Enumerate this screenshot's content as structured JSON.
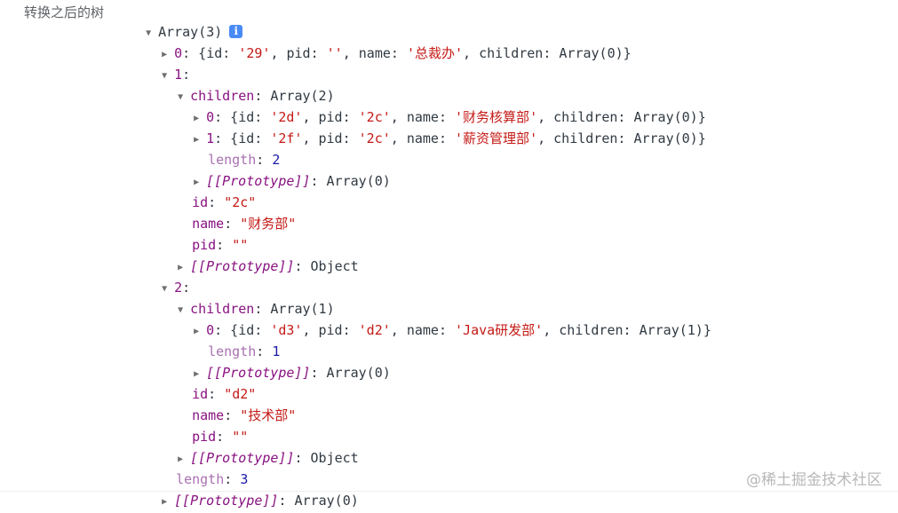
{
  "console": {
    "label": "转换之后的树",
    "root_summary": "Array(3)",
    "info_icon": "i",
    "lines": [
      {
        "id": "l0",
        "key": "0",
        "text": "{id: '29', pid: '', name: '总裁办', children: Array(0)}"
      },
      {
        "id": "l1",
        "key": "1"
      },
      {
        "id": "l1c",
        "key": "children",
        "value": "Array(2)"
      },
      {
        "id": "l1c0",
        "key": "0",
        "text": "{id: '2d', pid: '2c', name: '财务核算部', children: Array(0)}"
      },
      {
        "id": "l1c1",
        "key": "1",
        "text": "{id: '2f', pid: '2c', name: '薪资管理部', children: Array(0)}"
      },
      {
        "id": "l1clen",
        "key": "length",
        "value": "2"
      },
      {
        "id": "l1cproto",
        "key": "[[Prototype]]",
        "value": "Array(0)"
      },
      {
        "id": "l1id",
        "key": "id",
        "value": "\"2c\""
      },
      {
        "id": "l1name",
        "key": "name",
        "value": "\"财务部\""
      },
      {
        "id": "l1pid",
        "key": "pid",
        "value": "\"\""
      },
      {
        "id": "l1proto",
        "key": "[[Prototype]]",
        "value": "Object"
      },
      {
        "id": "l2",
        "key": "2"
      },
      {
        "id": "l2c",
        "key": "children",
        "value": "Array(1)"
      },
      {
        "id": "l2c0",
        "key": "0",
        "text": "{id: 'd3', pid: 'd2', name: 'Java研发部', children: Array(1)}"
      },
      {
        "id": "l2clen",
        "key": "length",
        "value": "1"
      },
      {
        "id": "l2cproto",
        "key": "[[Prototype]]",
        "value": "Array(0)"
      },
      {
        "id": "l2id",
        "key": "id",
        "value": "\"d2\""
      },
      {
        "id": "l2name",
        "key": "name",
        "value": "\"技术部\""
      },
      {
        "id": "l2pid",
        "key": "pid",
        "value": "\"\""
      },
      {
        "id": "l2proto",
        "key": "[[Prototype]]",
        "value": "Object"
      },
      {
        "id": "rootlen",
        "key": "length",
        "value": "3"
      },
      {
        "id": "rootproto",
        "key": "[[Prototype]]",
        "value": "Array(0)"
      }
    ]
  },
  "items": {
    "i0": {
      "id": "'29'",
      "pid": "''",
      "name": "'总裁办'",
      "children": "Array(0)"
    },
    "i1c0": {
      "id": "'2d'",
      "pid": "'2c'",
      "name": "'财务核算部'",
      "children": "Array(0)"
    },
    "i1c1": {
      "id": "'2f'",
      "pid": "'2c'",
      "name": "'薪资管理部'",
      "children": "Array(0)"
    },
    "i2c0": {
      "id": "'d3'",
      "pid": "'d2'",
      "name": "'Java研发部'",
      "children": "Array(1)"
    }
  },
  "watermark": "@稀土掘金技术社区"
}
